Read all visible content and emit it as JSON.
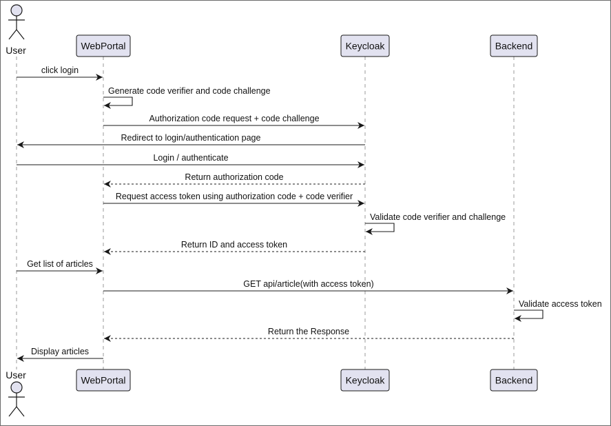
{
  "colors": {
    "participant_fill": "#e2e2f0",
    "participant_stroke": "#181818",
    "lifeline": "#9a9a9a",
    "arrow": "#181818",
    "actor_fill": "#e2e2f0"
  },
  "participants": [
    {
      "id": "user",
      "label": "User",
      "kind": "actor"
    },
    {
      "id": "webportal",
      "label": "WebPortal",
      "kind": "participant"
    },
    {
      "id": "keycloak",
      "label": "Keycloak",
      "kind": "participant"
    },
    {
      "id": "backend",
      "label": "Backend",
      "kind": "participant"
    }
  ],
  "messages": [
    {
      "from": "user",
      "to": "webportal",
      "label": "click login",
      "style": "solid"
    },
    {
      "from": "webportal",
      "to": "webportal",
      "label": "Generate code verifier and code challenge",
      "style": "self"
    },
    {
      "from": "webportal",
      "to": "keycloak",
      "label": "Authorization code request + code challenge",
      "style": "solid"
    },
    {
      "from": "keycloak",
      "to": "user",
      "label": "Redirect to login/authentication page",
      "style": "solid"
    },
    {
      "from": "user",
      "to": "keycloak",
      "label": "Login / authenticate",
      "style": "solid"
    },
    {
      "from": "keycloak",
      "to": "webportal",
      "label": "Return authorization code",
      "style": "dashed"
    },
    {
      "from": "webportal",
      "to": "keycloak",
      "label": "Request access token using authorization code + code verifier",
      "style": "solid"
    },
    {
      "from": "keycloak",
      "to": "keycloak",
      "label": "Validate code verifier and challenge",
      "style": "self"
    },
    {
      "from": "keycloak",
      "to": "webportal",
      "label": "Return ID and access token",
      "style": "dashed"
    },
    {
      "from": "user",
      "to": "webportal",
      "label": "Get list of articles",
      "style": "solid"
    },
    {
      "from": "webportal",
      "to": "backend",
      "label": "GET api/article(with access token)",
      "style": "solid"
    },
    {
      "from": "backend",
      "to": "backend",
      "label": "Validate access token",
      "style": "self"
    },
    {
      "from": "backend",
      "to": "webportal",
      "label": "Return the Response",
      "style": "dashed"
    },
    {
      "from": "webportal",
      "to": "user",
      "label": "Display articles",
      "style": "solid"
    }
  ]
}
